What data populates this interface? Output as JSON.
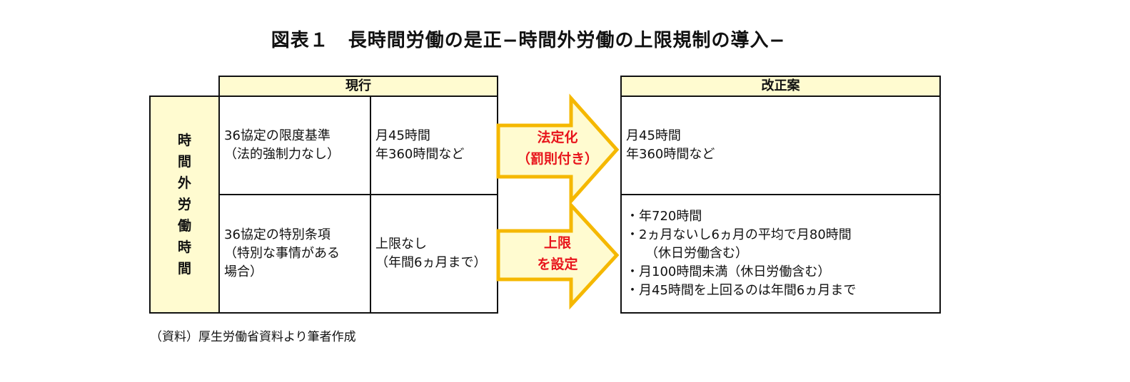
{
  "title": "図表１　長時間労働の是正−時間外労働の上限規制の導入−",
  "row_header": [
    "時",
    "間",
    "外",
    "労",
    "働",
    "時",
    "間"
  ],
  "current": {
    "header": "現行",
    "rows": [
      {
        "item": [
          "36協定の限度基準",
          "（法的強制力なし）"
        ],
        "value": [
          "月45時間",
          "年360時間など"
        ]
      },
      {
        "item": [
          "36協定の特別条項",
          "（特別な事情がある",
          "場合）"
        ],
        "value": [
          "上限なし",
          "（年間6ヵ月まで）"
        ]
      }
    ]
  },
  "arrows": [
    {
      "label": [
        "法定化",
        "（罰則付き）"
      ]
    },
    {
      "label": [
        "上限",
        "を設定"
      ]
    }
  ],
  "proposal": {
    "header": "改正案",
    "rows": [
      [
        "月45時間",
        "年360時間など"
      ],
      [
        "・年720時間",
        "・2ヵ月ないし6ヵ月の平均で月80時間",
        "　　（休日労働含む）",
        "・月100時間未満（休日労働含む）",
        "・月45時間を上回るのは年間6ヵ月まで"
      ]
    ]
  },
  "source": "（資料）厚生労働省資料より筆者作成",
  "colors": {
    "header_fill": "#fffbd0",
    "arrow_stroke": "#f5b800",
    "arrow_label": "#e8141b"
  }
}
